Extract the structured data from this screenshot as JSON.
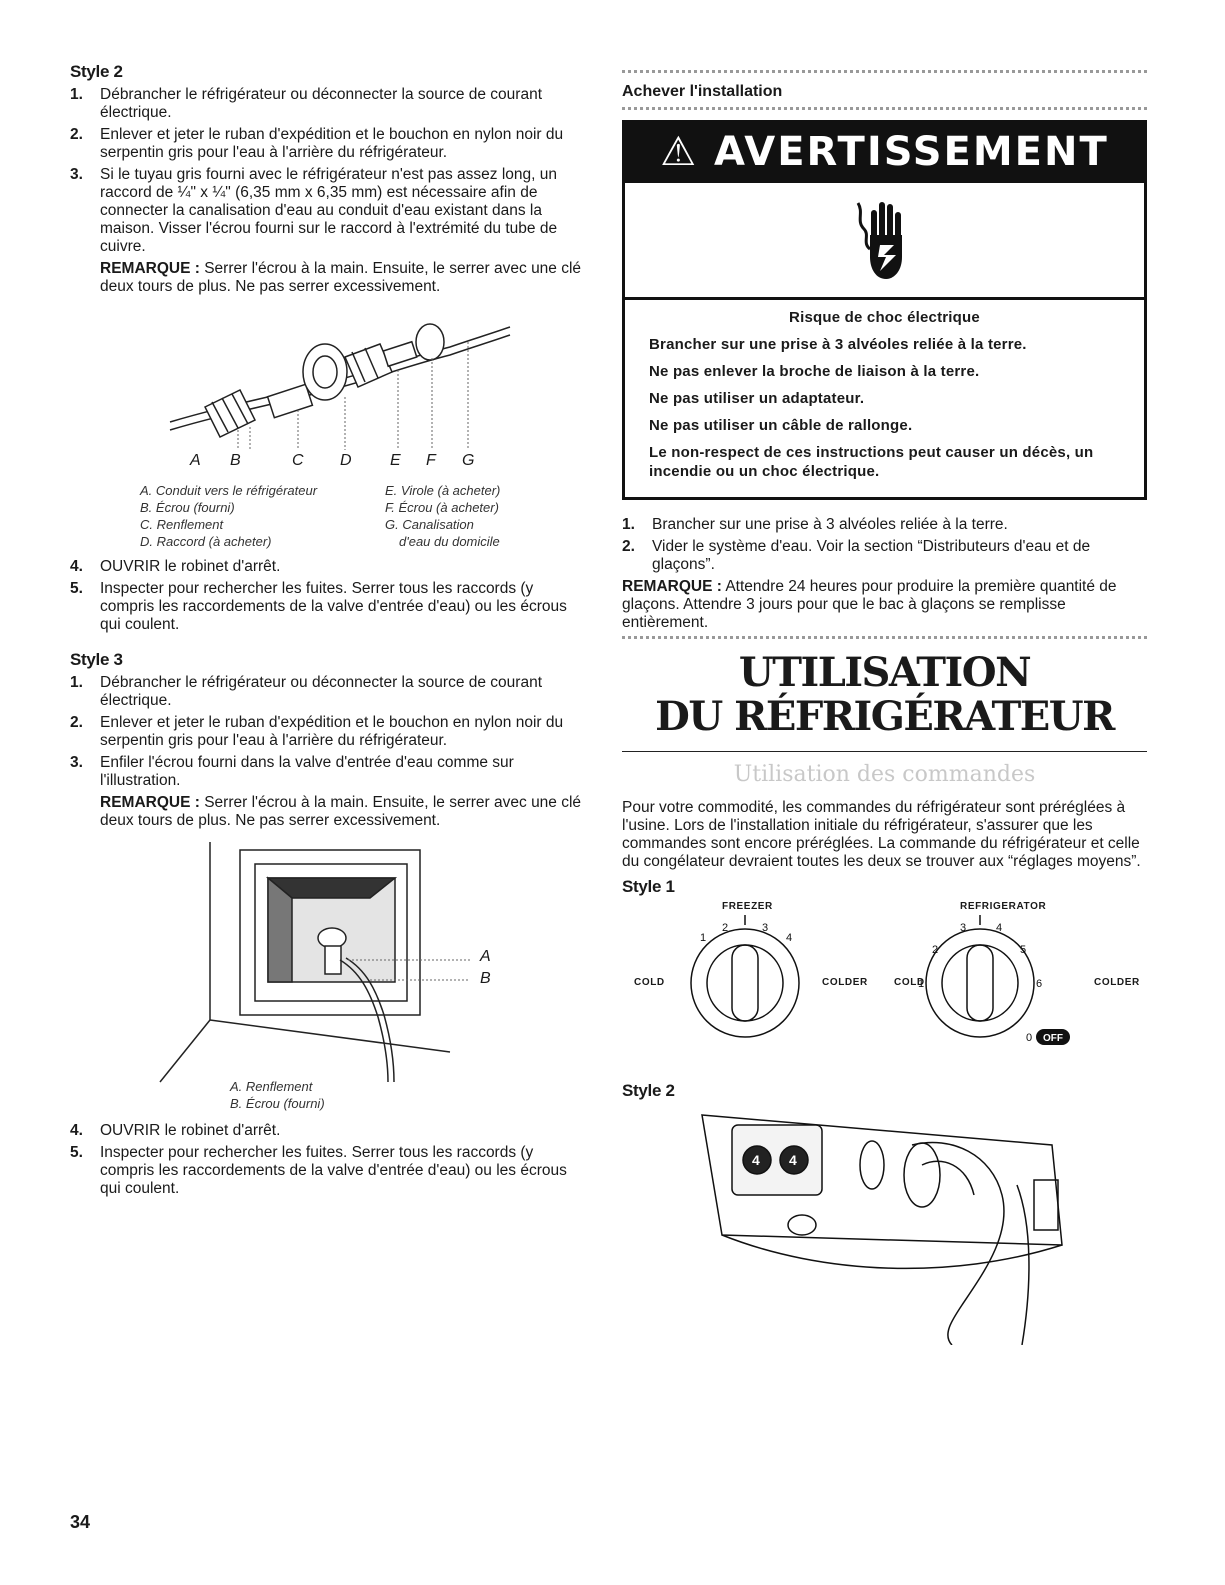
{
  "page_number": "34",
  "left": {
    "style2": {
      "heading": "Style 2",
      "steps": [
        {
          "num": "1.",
          "text": "Débrancher le réfrigérateur ou déconnecter la source de courant électrique."
        },
        {
          "num": "2.",
          "text": "Enlever et jeter le ruban d'expédition et le bouchon en nylon noir du serpentin gris pour l'eau à l'arrière du réfrigérateur."
        },
        {
          "num": "3.",
          "text": "Si le tuyau gris fourni avec le réfrigérateur n'est pas assez long, un raccord de ¼\" x ¼\" (6,35 mm x 6,35 mm) est nécessaire afin de connecter la canalisation d'eau au conduit d'eau existant dans la maison. Visser l'écrou fourni sur le raccord à l'extrémité du tube de cuivre."
        }
      ],
      "remark_label": "REMARQUE :",
      "remark_text": " Serrer l'écrou à la main. Ensuite, le serrer avec une clé deux tours de plus. Ne pas serrer excessivement.",
      "figure_letters": [
        "A",
        "B",
        "C",
        "D",
        "E",
        "F",
        "G"
      ],
      "captions_left": [
        "A. Conduit vers le réfrigérateur",
        "B. Écrou (fourni)",
        "C. Renflement",
        "D. Raccord (à acheter)"
      ],
      "captions_right": [
        "E. Virole (à acheter)",
        "F. Écrou (à acheter)",
        "G. Canalisation",
        "d'eau du domicile"
      ],
      "steps_after": [
        {
          "num": "4.",
          "text": "OUVRIR le robinet d'arrêt."
        },
        {
          "num": "5.",
          "text": "Inspecter pour rechercher les fuites. Serrer tous les raccords (y compris les raccordements de la valve d'entrée d'eau) ou les écrous qui coulent."
        }
      ]
    },
    "style3": {
      "heading": "Style 3",
      "steps": [
        {
          "num": "1.",
          "text": "Débrancher le réfrigérateur ou déconnecter la source de courant électrique."
        },
        {
          "num": "2.",
          "text": "Enlever et jeter le ruban d'expédition et le bouchon en nylon noir du serpentin gris pour l'eau à l'arrière du réfrigérateur."
        },
        {
          "num": "3.",
          "text": "Enfiler l'écrou fourni dans la valve d'entrée d'eau comme sur l'illustration."
        }
      ],
      "remark_label": "REMARQUE :",
      "remark_text": " Serrer l'écrou à la main. Ensuite, le serrer avec une clé deux tours de plus. Ne pas serrer excessivement.",
      "figure_letters": [
        "A",
        "B"
      ],
      "captions": [
        "A. Renflement",
        "B. Écrou (fourni)"
      ],
      "steps_after": [
        {
          "num": "4.",
          "text": "OUVRIR le robinet d'arrêt."
        },
        {
          "num": "5.",
          "text": "Inspecter pour rechercher les fuites. Serrer tous les raccords (y compris les raccordements de la valve d'entrée d'eau) ou les écrous qui coulent."
        }
      ]
    }
  },
  "right": {
    "section_title": "Achever l'installation",
    "warning": {
      "header": "AVERTISSEMENT",
      "risk": "Risque de choc électrique",
      "lines": [
        "Brancher sur une prise à 3 alvéoles reliée à la terre.",
        "Ne pas enlever la broche de liaison à la terre.",
        "Ne pas utiliser un adaptateur.",
        "Ne pas utiliser un câble de rallonge.",
        "Le non-respect de ces instructions peut causer un décès, un incendie ou un choc électrique."
      ]
    },
    "steps": [
      {
        "num": "1.",
        "text": "Brancher sur une prise à 3 alvéoles reliée à la terre."
      },
      {
        "num": "2.",
        "text": "Vider le système d'eau. Voir la section “Distributeurs d'eau et de glaçons”."
      }
    ],
    "remark_label": "REMARQUE :",
    "remark_text": " Attendre 24 heures pour produire la première quantité de glaçons. Attendre 3 jours pour que le bac à glaçons se remplisse entièrement.",
    "big_title_line1": "UTILISATION",
    "big_title_line2": "DU RÉFRIGÉRATEUR",
    "sub_title": "Utilisation des commandes",
    "intro": "Pour votre commodité, les commandes du réfrigérateur sont préréglées à l'usine. Lors de l'installation initiale du réfrigérateur, s'assurer que les commandes sont encore préréglées. La commande du réfrigérateur et celle du congélateur devraient toutes les deux se trouver aux “réglages moyens”.",
    "style1_heading": "Style 1",
    "style2_heading": "Style 2",
    "dials": {
      "freezer_label": "FREEZER",
      "refrigerator_label": "REFRIGERATOR",
      "cold": "COLD",
      "colder": "COLDER",
      "freezer_ticks": [
        "1",
        "2",
        "3",
        "4"
      ],
      "fridge_ticks": [
        "1",
        "2",
        "3",
        "4",
        "5",
        "6",
        "0"
      ],
      "off": "OFF"
    }
  }
}
